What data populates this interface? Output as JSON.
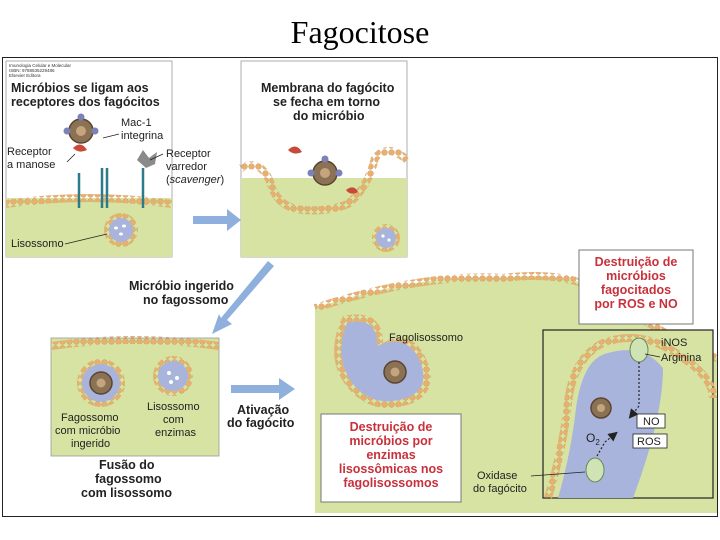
{
  "slide_title": "Fagocitose",
  "copyright": [
    "Imunologia Celular e Molecular",
    "ISBN: 9788535229486",
    "Elsevier Editora"
  ],
  "panel1": {
    "heading": [
      "Micróbios se ligam aos",
      "receptores dos fagócitos"
    ],
    "mac1": [
      "Mac-1",
      "integrina"
    ],
    "mannose": [
      "Receptor",
      "a manose"
    ],
    "scavenger_a": [
      "Receptor",
      "varredor"
    ],
    "scavenger_b": "scavenger",
    "lysosome": "Lisossomo"
  },
  "panel2": {
    "heading": [
      "Membrana do fagócito",
      "se fecha em torno",
      "do micróbio"
    ]
  },
  "ingested": [
    "Micróbio ingerido",
    "no fagossomo"
  ],
  "panel3": {
    "phagosome": [
      "Fagossomo",
      "com micróbio",
      "ingerido"
    ],
    "lysosome": [
      "Lisossomo",
      "com",
      "enzimas"
    ],
    "fusion": [
      "Fusão do",
      "fagossomo",
      "com lisossomo"
    ]
  },
  "activation": [
    "Ativação",
    "do fagócito"
  ],
  "panel4": {
    "phagolysosome": "Fagolisossomo",
    "ros_box": [
      "Destruição de",
      "micróbios",
      "fagocitados",
      "por ROS e NO"
    ],
    "enzyme_box": [
      "Destruição de",
      "micróbios por",
      "enzimas",
      "lisossômicas nos",
      "fagolisossomos"
    ],
    "inos": "iNOS",
    "arginine": "Arginina",
    "no": "NO",
    "ros": "ROS",
    "o2": "O",
    "o2_sub": "2",
    "oxidase": [
      "Oxidase",
      "do fagócito"
    ]
  },
  "colors": {
    "membrane_bead": "#e8b070",
    "cytoplasm": "#d6e3a2",
    "vesicle": "#a9b4dc",
    "callout_text": "#c8313b",
    "arrow": "#8fb0dc"
  }
}
